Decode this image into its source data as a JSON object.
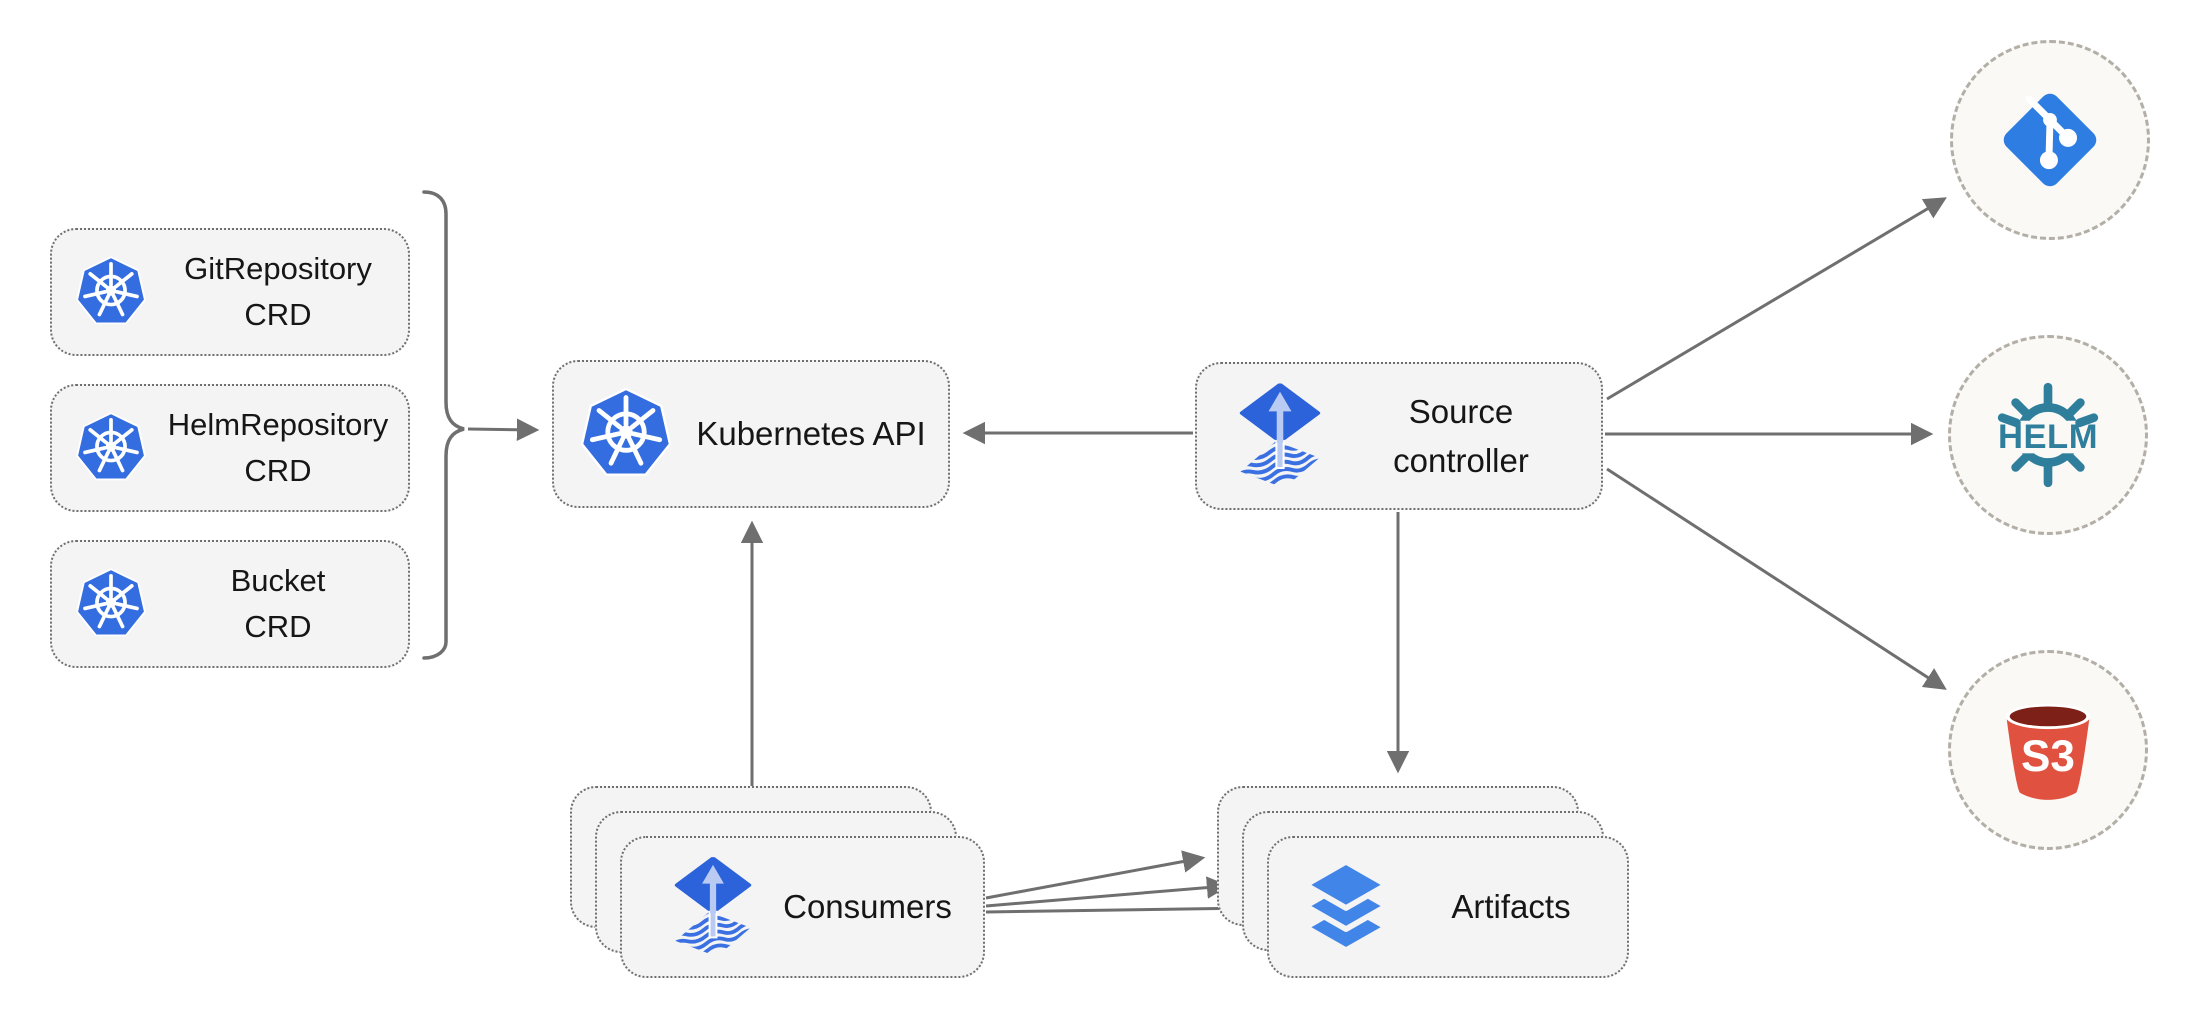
{
  "diagram": {
    "crd_boxes": [
      {
        "line1": "GitRepository",
        "line2": "CRD",
        "icon": "kubernetes-icon"
      },
      {
        "line1": "HelmRepository",
        "line2": "CRD",
        "icon": "kubernetes-icon"
      },
      {
        "line1": "Bucket",
        "line2": "CRD",
        "icon": "kubernetes-icon"
      }
    ],
    "kubernetes_api": {
      "label": "Kubernetes API",
      "icon": "kubernetes-icon"
    },
    "source_controller": {
      "line1": "Source",
      "line2": "controller",
      "icon": "flux-source-icon"
    },
    "consumers": {
      "label": "Consumers",
      "icon": "flux-source-icon",
      "stack_count": 3
    },
    "artifacts": {
      "label": "Artifacts",
      "icon": "layers-icon",
      "stack_count": 3
    },
    "external_sources": {
      "git": {
        "icon": "git-branch-icon"
      },
      "helm": {
        "icon": "helm-wheel-icon",
        "icon_text": "HELM"
      },
      "s3": {
        "icon": "s3-bucket-icon",
        "icon_text": "S3"
      }
    },
    "colors": {
      "kubernetes_blue": "#346de0",
      "flux_blue": "#2d63da",
      "flux_arrow_light": "#b9cbf2",
      "flux_wave_blue": "#3a70e2",
      "layers_blue": "#4285e8",
      "git_blue": "#2e7de2",
      "helm_teal": "#2e7e9c",
      "s3_red": "#e0513f",
      "s3_dark_red": "#7d2017",
      "arrow_gray": "#6f6f6f",
      "box_fill": "#f4f4f4",
      "circle_fill": "#faf9f6"
    }
  }
}
